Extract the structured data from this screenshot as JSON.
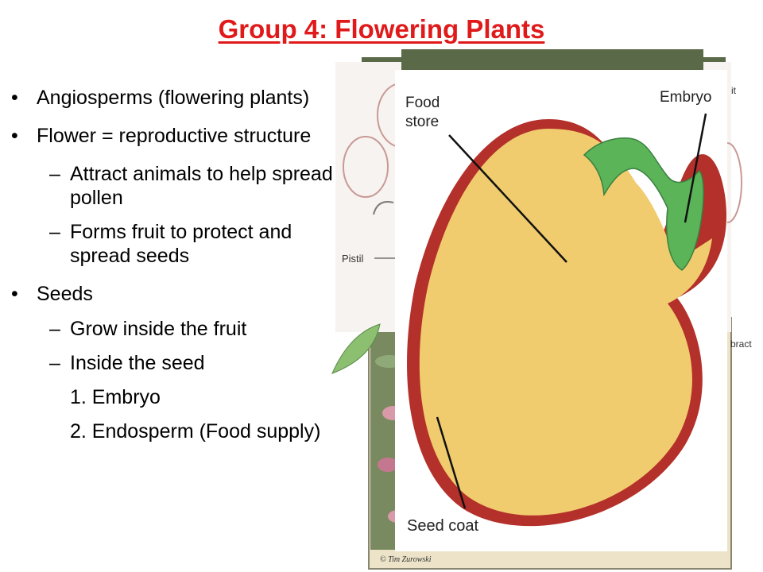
{
  "title": "Group 4: Flowering Plants",
  "bullets": {
    "b1": "Angiosperms (flowering plants)",
    "b2": "Flower = reproductive structure",
    "b2_sub1": "Attract animals to help spread pollen",
    "b2_sub2": "Forms fruit to protect and spread seeds",
    "b3": "Seeds",
    "b3_sub1": "Grow inside the fruit",
    "b3_sub2": "Inside the seed",
    "b3_item1": "1. Embryo",
    "b3_item2": "2. Endosperm (Food supply)"
  },
  "labels": {
    "food_store_1": "Food",
    "food_store_2": "store",
    "embryo": "Embryo",
    "seed_coat": "Seed coat",
    "pistil": "Pistil",
    "bract_partial": "bract",
    "pistil_partial_top": "it",
    "credit": "© Tim Zurowski"
  },
  "colors": {
    "title": "#e01a1a",
    "seed_coat": "#b4302a",
    "endosperm": "#f0cc6e",
    "embryo": "#5cb458"
  }
}
